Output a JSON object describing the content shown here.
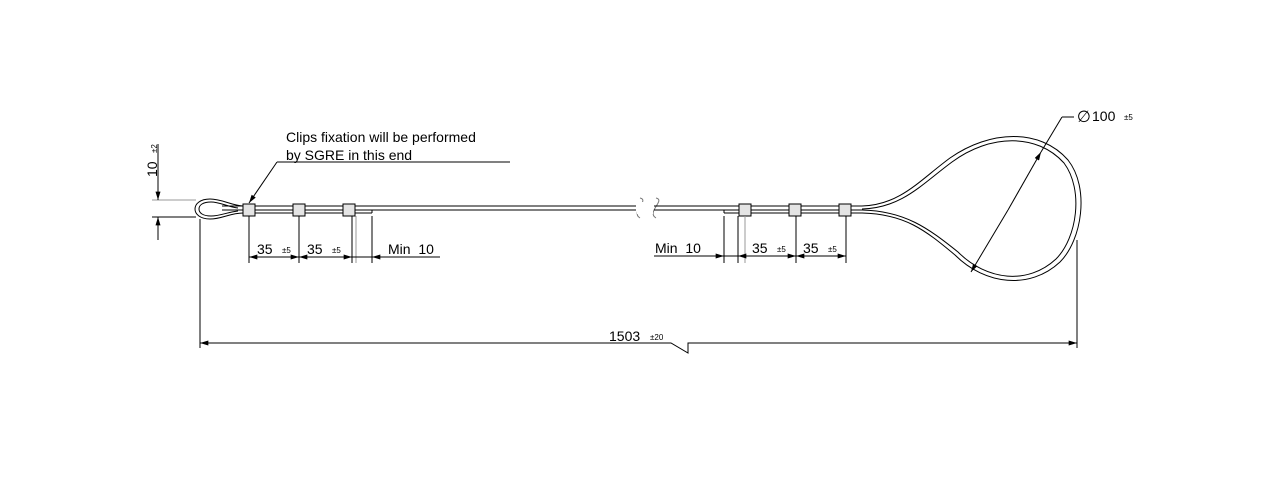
{
  "drawing": {
    "note": {
      "line1": "Clips fixation will be performed",
      "line2": "by SGRE in this end"
    },
    "dimensions": {
      "eye_height": {
        "value": "10",
        "tolerance": "±2"
      },
      "left_spacing_1": {
        "value": "35",
        "tolerance": "±5"
      },
      "left_spacing_2": {
        "value": "35",
        "tolerance": "±5"
      },
      "left_min": {
        "value": "Min  10"
      },
      "right_min": {
        "value": "Min  10"
      },
      "right_spacing_1": {
        "value": "35",
        "tolerance": "±5"
      },
      "right_spacing_2": {
        "value": "35",
        "tolerance": "±5"
      },
      "loop_diameter": {
        "symbol": "∅",
        "value": "100",
        "tolerance": "±5"
      },
      "overall_length": {
        "value": "1503",
        "tolerance": "±20"
      }
    },
    "colors": {
      "line": "#000000",
      "extension": "#888888",
      "clip_fill": "#dddddd"
    }
  }
}
